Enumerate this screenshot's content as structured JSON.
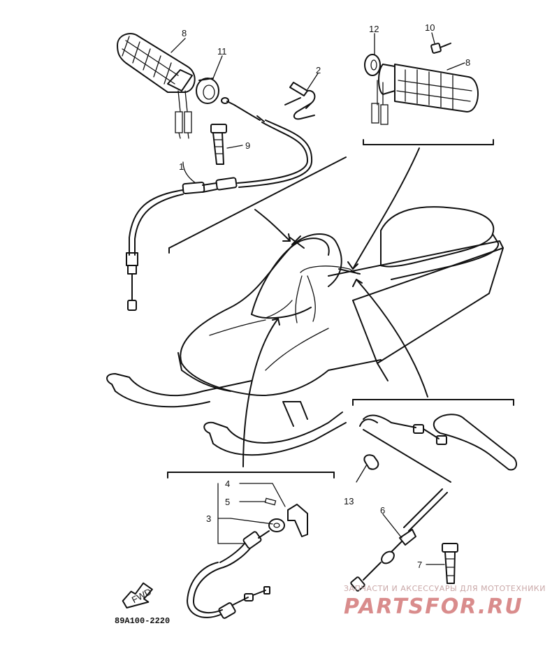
{
  "callouts": {
    "c1": "1",
    "c2": "2",
    "c3": "3",
    "c4": "4",
    "c5": "5",
    "c6": "6",
    "c7": "7",
    "c8a": "8",
    "c8b": "8",
    "c9": "9",
    "c10": "10",
    "c11": "11",
    "c12": "12",
    "c13": "13"
  },
  "fwd_label": "FWD",
  "diagram_code": "89A100-2220",
  "watermark": {
    "tagline": "ЗАПЧАСТИ И АКСЕССУАРЫ ДЛЯ МОТОТЕХНИКИ",
    "logo": "PARTSFOR.RU"
  }
}
